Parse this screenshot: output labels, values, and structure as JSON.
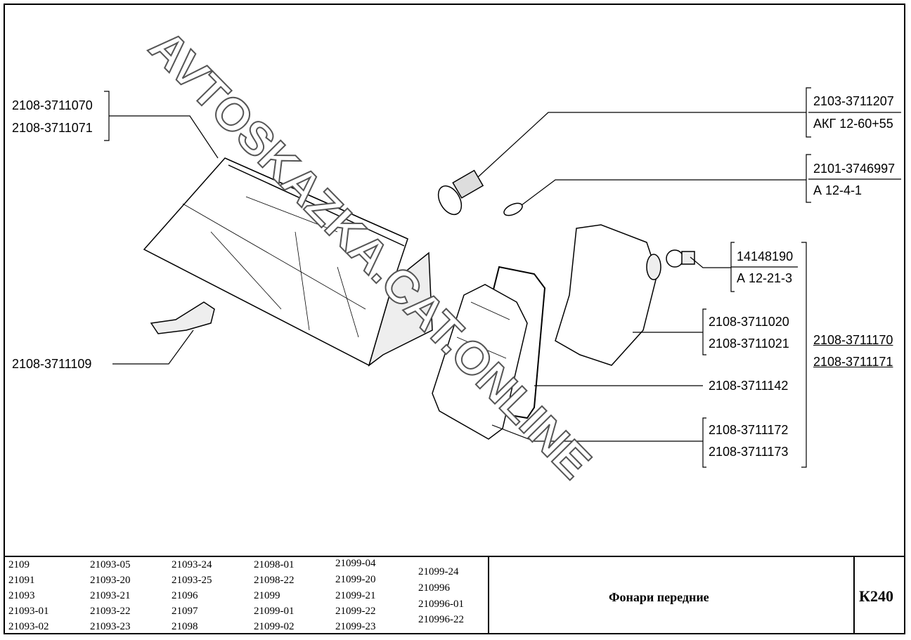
{
  "labels": {
    "headlamp": [
      "2108-3711070",
      "2108-3711071"
    ],
    "bracket": "2108-3711109",
    "bulb_main": [
      "2103-3711207",
      "АКГ 12-60+55"
    ],
    "bulb_side": [
      "2101-3746997",
      "А 12-4-1"
    ],
    "bulb_turn": [
      "14148190",
      "А 12-21-3"
    ],
    "turn_housing": [
      "2108-3711020",
      "2108-3711021"
    ],
    "turn_assembly": [
      "2108-3711170",
      "2108-3711171"
    ],
    "gasket": "2108-3711142",
    "lens": [
      "2108-3711172",
      "2108-3711173"
    ]
  },
  "models": [
    [
      "2109",
      "21091",
      "21093",
      "21093-01",
      "21093-02"
    ],
    [
      "21093-05",
      "21093-20",
      "21093-21",
      "21093-22",
      "21093-23"
    ],
    [
      "21093-24",
      "21093-25",
      "21096",
      "21097",
      "21098"
    ],
    [
      "21098-01",
      "21098-22",
      "21099",
      "21099-01",
      "21099-02"
    ],
    [
      "21099-04",
      "21099-20",
      "21099-21",
      "21099-22",
      "21099-23"
    ],
    [
      "21099-24",
      "210996",
      "210996-01",
      "210996-22"
    ]
  ],
  "title": "Фонари передние",
  "page_code": "К240",
  "watermark": "AVTOSKAZKA.CAT.ONLINE"
}
